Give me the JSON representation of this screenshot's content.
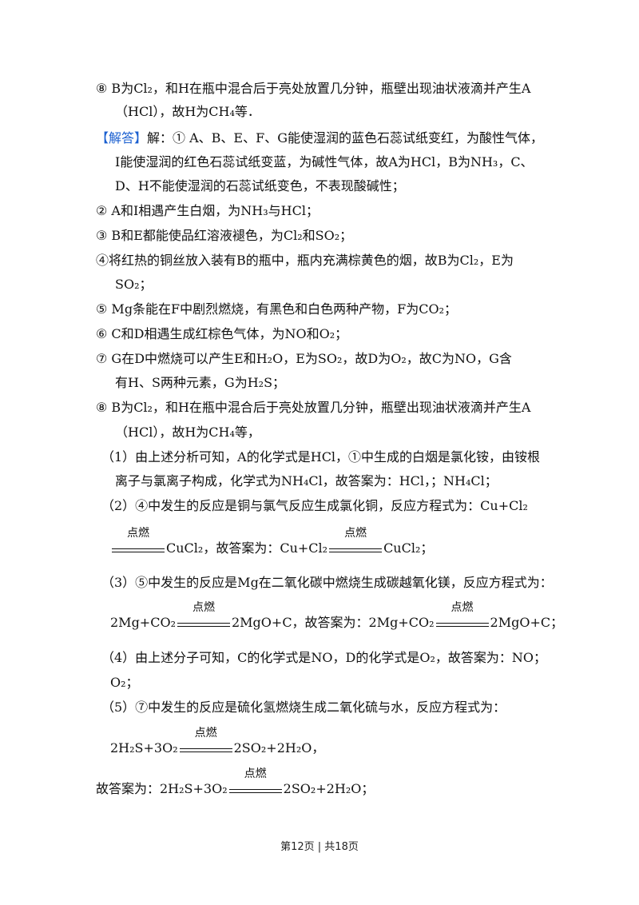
{
  "lines": [
    "⑧ B为Cl₂，和H在瓶中混合后于亮处放置几分钟，瓶壁出现油状液滴并产生A",
    "（HCl），故H为CH₄等．",
    "解：① A、B、E、F、G能使湿润的蓝色石蕊试纸变红，为酸性气体，",
    "I能使湿润的红色石蕊试纸变蓝，为碱性气体，故A为HCl，B为NH₃，C、",
    "D、H不能使湿润的石蕊试纸变色，不表现酸碱性；",
    "② A和I相遇产生白烟，为NH₃与HCl；",
    "③ B和E都能使品红溶液褪色，为Cl₂和SO₂；",
    "④将红热的铜丝放入装有B的瓶中，瓶内充满棕黄色的烟，故B为Cl₂，E为",
    "SO₂；",
    "⑤ Mg条能在F中剧烈燃烧，有黑色和白色两种产物，F为CO₂；",
    "⑥ C和D相遇生成红棕色气体，为NO和O₂；",
    "⑦ G在D中燃烧可以产生E和H₂O，E为SO₂，故D为O₂，故C为NO，G含",
    "有H、S两种元素，G为H₂S；",
    "⑧ B为Cl₂，和H在瓶中混合后于亮处放置几分钟，瓶壁出现油状液滴并产生A",
    "（HCl），故H为CH₄等，",
    "（1）由上述分析可知，A的化学式是HCl，①中生成的白烟是氯化铵，由铵根",
    "离子与氯离子构成，化学式为NH₄Cl，故答案为：HCl，；NH₄Cl；",
    "（2）④中发生的反应是铜与氯气反应生成氯化铜，反应方程式为：Cu+Cl₂",
    "（3）⑤中发生的反应是Mg在二氧化碳中燃烧生成碳越氧化镁，反应方程式为：",
    "（4）由上述分子可知，C的化学式是NO，D的化学式是O₂，故答案为：NO；",
    "O₂；",
    "（5）⑦中发生的反应是硫化氢燃烧生成二氧化硫与水，反应方程式为："
  ],
  "answer_tag": "【解答】",
  "condition": "点燃",
  "eq2": {
    "right": "CuCl₂，故答案为：Cu+Cl₂",
    "right2": "CuCl₂；"
  },
  "eq3": {
    "left": "2Mg+CO₂",
    "mid": "2MgO+C，故答案为：2Mg+CO₂",
    "right": "2MgO+C；"
  },
  "eq5a": {
    "left": "2H₂S+3O₂",
    "right": "2SO₂+2H₂O，"
  },
  "eq5b": {
    "left": "故答案为：2H₂S+3O₂",
    "right": "2SO₂+2H₂O；"
  },
  "footer": "第12页 | 共18页"
}
